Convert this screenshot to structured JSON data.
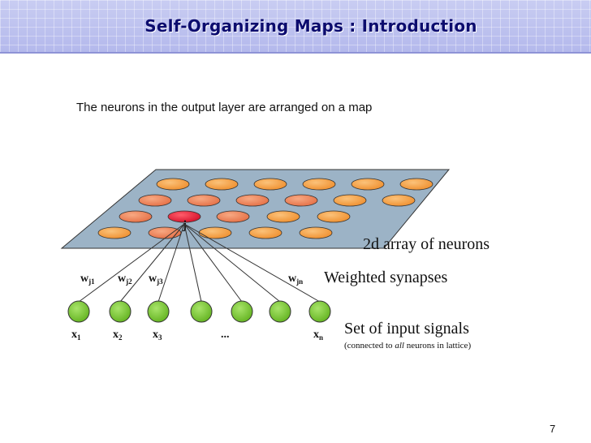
{
  "header": {
    "title": "Self-Organizing Maps : Introduction"
  },
  "body": {
    "description": "The neurons in the output layer are arranged on a map"
  },
  "diagram": {
    "neuron_label": "j",
    "lattice_label": "2d array of neurons",
    "synapses_label": "Weighted synapses",
    "inputs_label": "Set of input signals",
    "inputs_note_prefix": "(connected to ",
    "inputs_note_emphasis": "all",
    "inputs_note_suffix": " neurons in lattice)",
    "weights": [
      {
        "base": "w",
        "sub": "j1"
      },
      {
        "base": "w",
        "sub": "j2"
      },
      {
        "base": "w",
        "sub": "j3"
      },
      {
        "base": "w",
        "sub": "jn"
      }
    ],
    "inputs": [
      {
        "base": "x",
        "sub": "1"
      },
      {
        "base": "x",
        "sub": "2"
      },
      {
        "base": "x",
        "sub": "3"
      },
      {
        "base": "...",
        "sub": ""
      },
      {
        "base": "x",
        "sub": "n"
      }
    ],
    "colors": {
      "lattice_fill": "#9db4c8",
      "neuron_orange": "#f5a04a",
      "neuron_salmon": "#f08a5d",
      "neuron_winner": "#e8283c",
      "input_green": "#7cc831"
    }
  },
  "footer": {
    "page_number": "7"
  }
}
